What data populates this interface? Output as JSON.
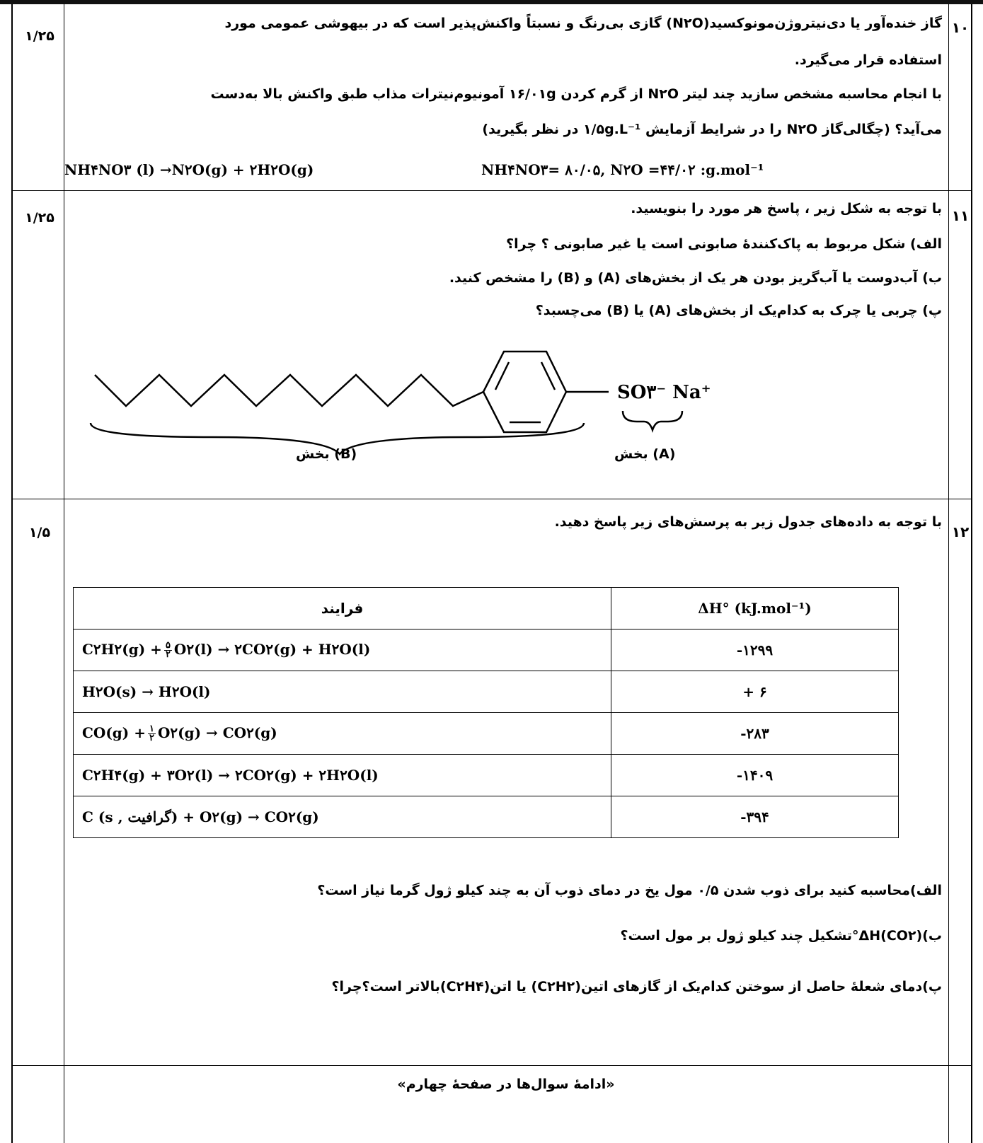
{
  "q10": {
    "number": "۱۰",
    "score": "۱/۲۵",
    "line1": "گاز خنده‌آور یا دی‌نیتروژن‌مونوکسید(N۲O) گازی بی‌رنگ و نسبتاً واکنش‌پذیر است که در بیهوشی عمومی مورد",
    "line2": "استفاده قرار می‌گیرد.",
    "line3": "با انجام محاسبه مشخص سازید چند لیتر N۲O از گرم کردن ۱۶/۰۱g آمونیوم‌نیترات مذاب طبق واکنش بالا به‌دست",
    "line4": "می‌آید؟ (چگالی‌گاز N۲O را در شرایط آزمایش ۱/۵g.L⁻¹ در نظر بگیرید)",
    "reaction": "NH۴NO۳ (l) →N۲O(g) + ۲H۲O(g)",
    "molar_masses": "NH۴NO۳= ۸۰/۰۵, N۲O =۴۴/۰۲ :g.mol⁻¹"
  },
  "q11": {
    "number": "۱۱",
    "score": "۱/۲۵",
    "intro": "با توجه به شکل زیر ، پاسخ هر مورد را بنویسید.",
    "a": "الف) شکل مربوط به پاک‌کنندهٔ صابونی است یا غیر صابونی ؟ چرا؟",
    "b": "ب) آب‌دوست یا آب‌گریز بودن هر یک از بخش‌های (A) و (B) را مشخص کنید.",
    "c": "پ) چربی یا چرک به کدام‌یک از بخش‌های (A) یا (B) می‌چسبد؟",
    "head_group": "SO۳⁻ Na⁺",
    "label_a": "بخش (A)",
    "label_b": "بخش (B)"
  },
  "q12": {
    "number": "۱۲",
    "score": "۱/۵",
    "intro": "با توجه به داده‌های جدول زیر به پرسش‌های زیر پاسخ دهید.",
    "table": {
      "header_process": "فرایند",
      "header_dh": "ΔH° (kJ.mol⁻¹)",
      "rows": [
        {
          "pre": "C۲H۲(g) +",
          "num": "۵",
          "den": "۲",
          "post": "O۲(l) → ۲CO۲(g) + H۲O(l)",
          "dh": "-۱۲۹۹"
        },
        {
          "process": "H۲O(s) → H۲O(l)",
          "dh": "+ ۶"
        },
        {
          "pre": "CO(g) +",
          "num": "۱",
          "den": "۲",
          "post": "O۲(g) → CO۲(g)",
          "dh": "-۲۸۳"
        },
        {
          "process": "C۲H۴(g) + ۳O۲(l) → ۲CO۲(g) + ۲H۲O(l)",
          "dh": "-۱۴۰۹"
        },
        {
          "process": "C (s , گرافیت) + O۲(g) → CO۲(g)",
          "dh": "-۳۹۴"
        }
      ]
    },
    "a": "الف)محاسبه کنید برای ذوب شدن ۰/۵ مول یخ در دمای ذوب آن به چند کیلو ژول گرما نیاز است؟",
    "b": "ب)(CO۲)ΔH°تشکیل چند کیلو ژول بر مول است؟",
    "c": "پ)دمای شعلهٔ حاصل از سوختن کدام‌یک از گازهای اتین(C۲H۲) یا اتن(C۲H۴)بالاتر است؟چرا؟"
  },
  "footer": "«ادامهٔ سوال‌ها در صفحهٔ چهارم»"
}
